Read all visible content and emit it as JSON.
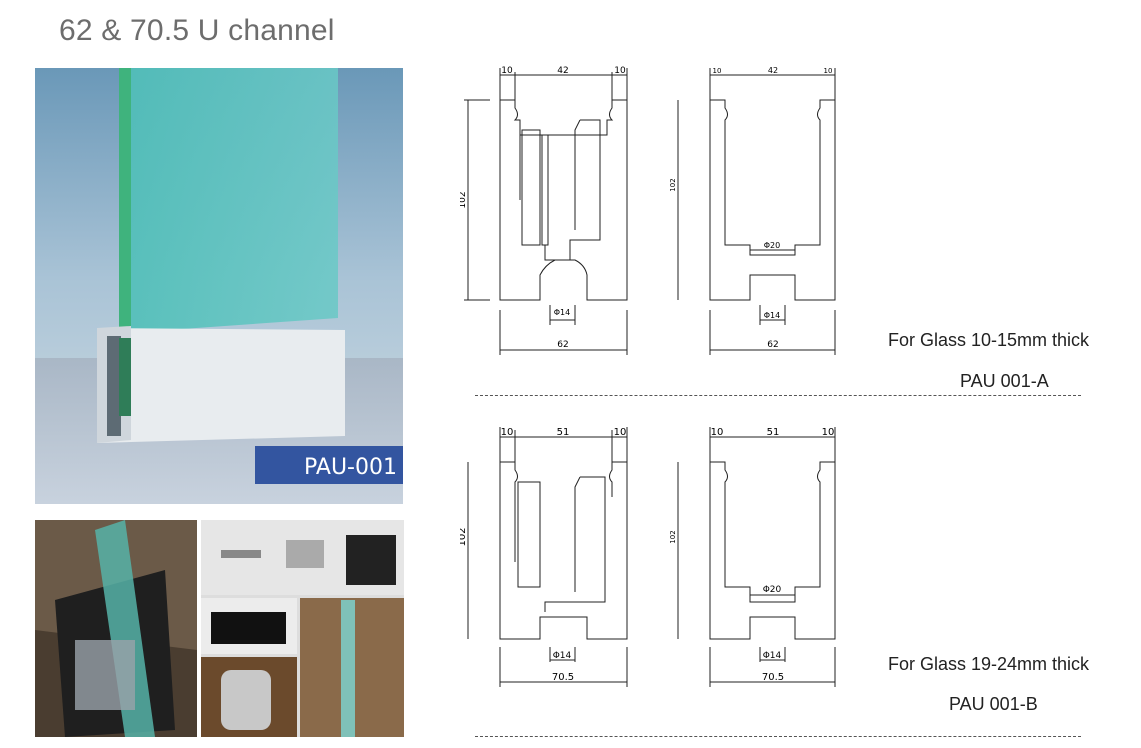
{
  "title": "62 & 70.5  U channel",
  "product_badge": "PAU-001",
  "variant_a": {
    "description": "For Glass 10-15mm thick",
    "code": "PAU 001-A",
    "dims": {
      "left": "10",
      "middle": "42",
      "right": "10",
      "height": "102",
      "bottom_phi": "Φ14",
      "center_phi": "Φ20",
      "width": "62"
    }
  },
  "variant_b": {
    "description": "For Glass 19-24mm thick",
    "code": "PAU 001-B",
    "dims": {
      "left": "10",
      "middle": "51",
      "right": "10",
      "height": "102",
      "bottom_phi": "Φ14",
      "center_phi": "Φ20",
      "width": "70.5"
    }
  }
}
